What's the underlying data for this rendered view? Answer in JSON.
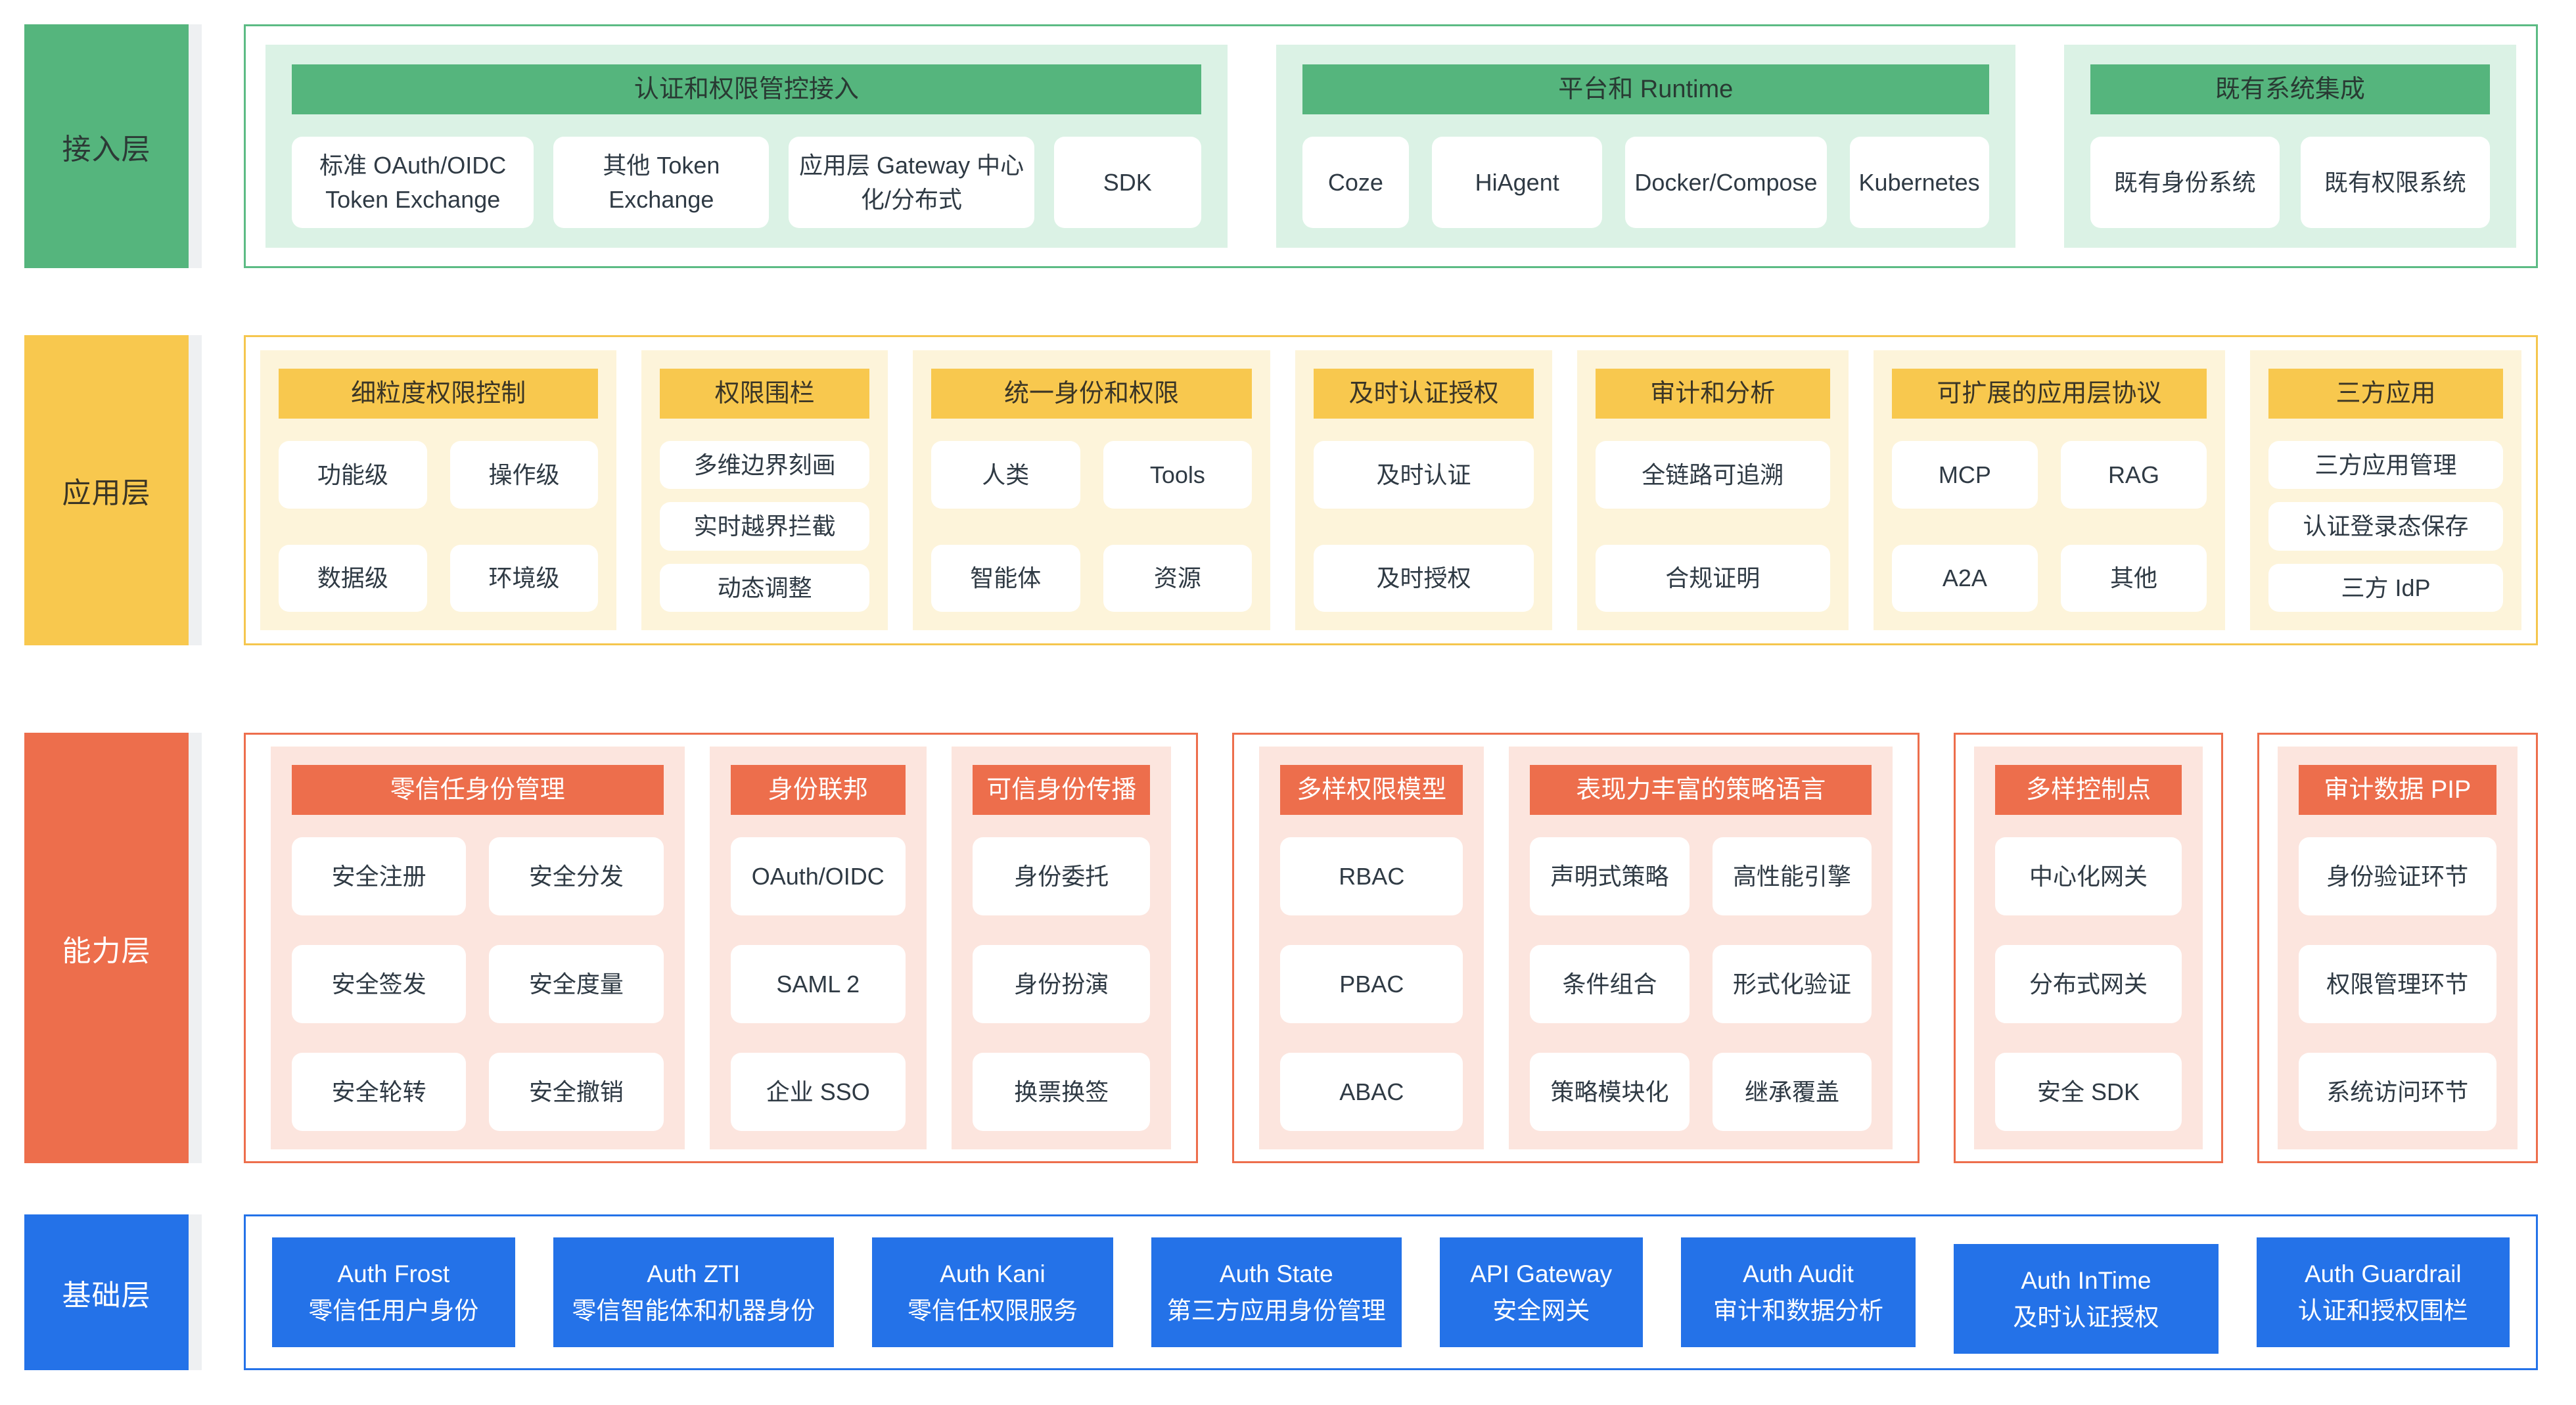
{
  "colors": {
    "green": "#55b57d",
    "green_light": "#dbf2e5",
    "yellow": "#f8c84e",
    "yellow_light": "#fdf4da",
    "orange": "#ed6e4c",
    "orange_light": "#fce5de",
    "blue": "#2472e8",
    "strip_gray": "#eef0f2",
    "text_dark": "#2f3a44"
  },
  "layers": {
    "access": {
      "label": "接入层",
      "groups": [
        {
          "title": "认证和权限管控接入",
          "items": [
            "标准 OAuth/OIDC Token Exchange",
            "其他 Token Exchange",
            "应用层 Gateway 中心化/分布式",
            "SDK"
          ]
        },
        {
          "title": "平台和 Runtime",
          "items": [
            "Coze",
            "HiAgent",
            "Docker/Compose",
            "Kubernetes"
          ]
        },
        {
          "title": "既有系统集成",
          "items": [
            "既有身份系统",
            "既有权限系统"
          ]
        }
      ]
    },
    "application": {
      "label": "应用层",
      "groups": [
        {
          "title": "细粒度权限控制",
          "items": [
            "功能级",
            "操作级",
            "数据级",
            "环境级"
          ]
        },
        {
          "title": "权限围栏",
          "items": [
            "多维边界刻画",
            "实时越界拦截",
            "动态调整"
          ]
        },
        {
          "title": "统一身份和权限",
          "items": [
            "人类",
            "Tools",
            "智能体",
            "资源"
          ]
        },
        {
          "title": "及时认证授权",
          "items": [
            "及时认证",
            "及时授权"
          ]
        },
        {
          "title": "审计和分析",
          "items": [
            "全链路可追溯",
            "合规证明"
          ]
        },
        {
          "title": "可扩展的应用层协议",
          "items": [
            "MCP",
            "RAG",
            "A2A",
            "其他"
          ]
        },
        {
          "title": "三方应用",
          "items": [
            "三方应用管理",
            "认证登录态保存",
            "三方 IdP"
          ]
        }
      ]
    },
    "capability": {
      "label": "能力层",
      "containers": [
        {
          "groups": [
            {
              "title": "零信任身份管理",
              "items": [
                "安全注册",
                "安全分发",
                "安全签发",
                "安全度量",
                "安全轮转",
                "安全撤销"
              ]
            },
            {
              "title": "身份联邦",
              "items": [
                "OAuth/OIDC",
                "SAML 2",
                "企业 SSO"
              ]
            },
            {
              "title": "可信身份传播",
              "items": [
                "身份委托",
                "身份扮演",
                "换票换签"
              ]
            }
          ]
        },
        {
          "groups": [
            {
              "title": "多样权限模型",
              "items": [
                "RBAC",
                "PBAC",
                "ABAC"
              ]
            },
            {
              "title": "表现力丰富的策略语言",
              "items": [
                "声明式策略",
                "高性能引擎",
                "条件组合",
                "形式化验证",
                "策略模块化",
                "继承覆盖"
              ]
            }
          ]
        },
        {
          "groups": [
            {
              "title": "多样控制点",
              "items": [
                "中心化网关",
                "分布式网关",
                "安全 SDK"
              ]
            }
          ]
        },
        {
          "groups": [
            {
              "title": "审计数据 PIP",
              "items": [
                "身份验证环节",
                "权限管理环节",
                "系统访问环节"
              ]
            }
          ]
        }
      ]
    },
    "foundation": {
      "label": "基础层",
      "products": [
        {
          "name": "Auth Frost",
          "desc": "零信任用户身份"
        },
        {
          "name": "Auth ZTI",
          "desc": "零信智能体和机器身份"
        },
        {
          "name": "Auth Kani",
          "desc": "零信任权限服务"
        },
        {
          "name": "Auth State",
          "desc": "第三方应用身份管理"
        },
        {
          "name": "API Gateway",
          "desc": "安全网关"
        },
        {
          "name": "Auth Audit",
          "desc": "审计和数据分析"
        },
        {
          "name": "Auth InTime",
          "desc": "及时认证授权"
        },
        {
          "name": "Auth Guardrail",
          "desc": "认证和授权围栏"
        }
      ]
    }
  }
}
